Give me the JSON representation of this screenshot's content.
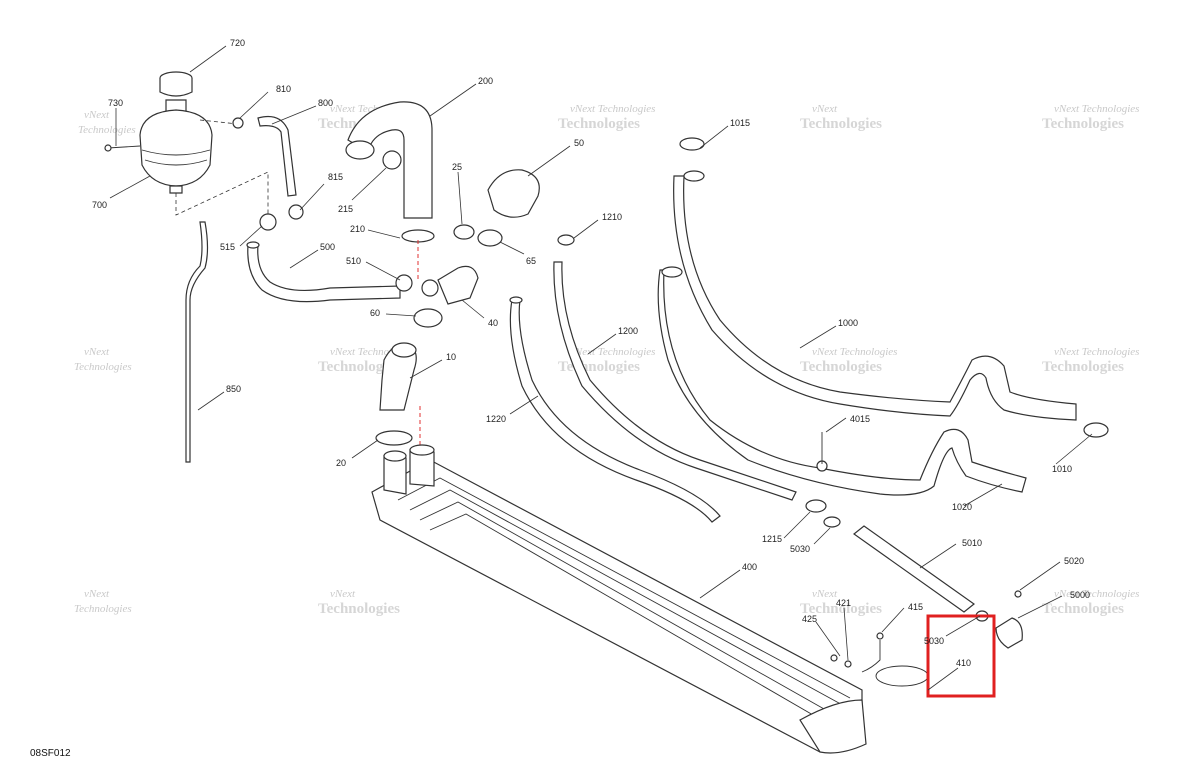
{
  "diagram_code": "08SF012",
  "watermark": {
    "line1": "vNext",
    "line2": "Technologies",
    "full": "vNext Technologies"
  },
  "highlight_color": "#e02020",
  "callouts": {
    "c720": "720",
    "c730": "730",
    "c700": "700",
    "c810": "810",
    "c800": "800",
    "c815": "815",
    "c515": "515",
    "c500": "500",
    "c510": "510",
    "c850": "850",
    "c200": "200",
    "c215": "215",
    "c210": "210",
    "c25": "25",
    "c50": "50",
    "c65": "65",
    "c60": "60",
    "c40": "40",
    "c10": "10",
    "c20": "20",
    "c400": "400",
    "c1015": "1015",
    "c1210": "1210",
    "c1200": "1200",
    "c1220": "1220",
    "c1000": "1000",
    "c4015": "4015",
    "c1010": "1010",
    "c1020": "1020",
    "c1215": "1215",
    "c5030a": "5030",
    "c5010": "5010",
    "c5020": "5020",
    "c5000": "5000",
    "c5030b": "5030",
    "c410": "410",
    "c415": "415",
    "c425": "425",
    "c421": "421"
  }
}
